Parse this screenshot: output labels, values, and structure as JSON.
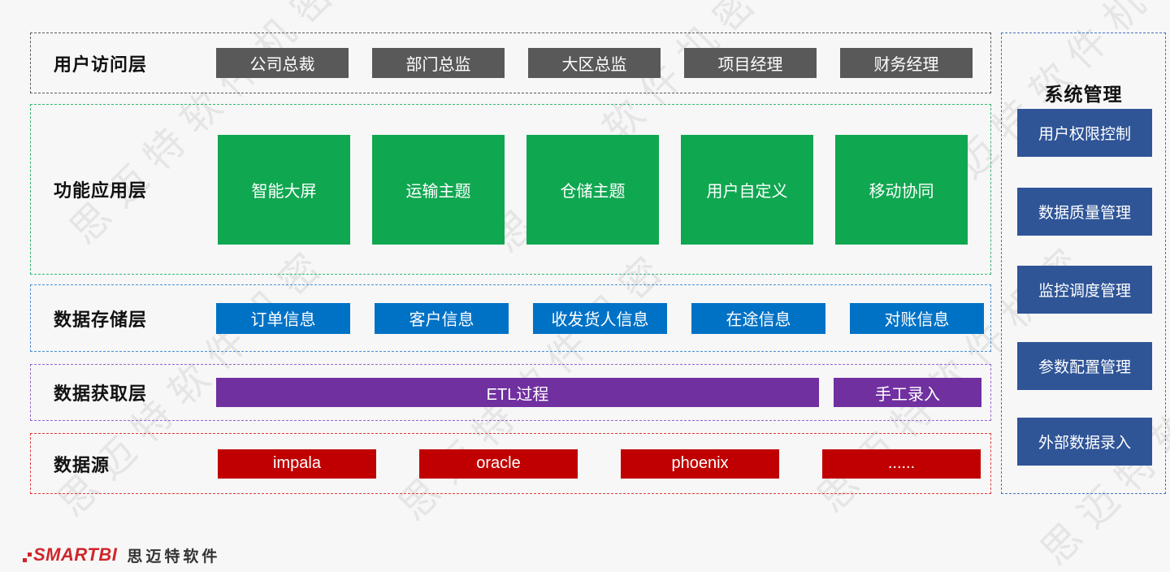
{
  "watermark": {
    "text": "思迈特软件机密"
  },
  "colors": {
    "background": "#f7f7f7",
    "access_box": "#595959",
    "app_box": "#10a751",
    "storage_box": "#0072c6",
    "acquisition_box": "#7030a0",
    "source_box": "#c00000",
    "side_box": "#2f5597",
    "side_border": "#4472c4",
    "access_border": "#5a5a5a",
    "app_border": "#35b575",
    "storage_border": "#4a8fd4",
    "acquisition_border": "#9264c8",
    "source_border": "#e03b3b",
    "logo_red": "#d0262b"
  },
  "layers": [
    {
      "label": "用户访问层",
      "items": [
        "公司总裁",
        "部门总监",
        "大区总监",
        "项目经理",
        "财务经理"
      ]
    },
    {
      "label": "功能应用层",
      "items": [
        "智能大屏",
        "运输主题",
        "仓储主题",
        "用户自定义",
        "移动协同"
      ]
    },
    {
      "label": "数据存储层",
      "items": [
        "订单信息",
        "客户信息",
        "收发货人信息",
        "在途信息",
        "对账信息"
      ]
    },
    {
      "label": "数据获取层",
      "items": [
        "ETL过程",
        "手工录入"
      ]
    },
    {
      "label": "数据源",
      "items": [
        "impala",
        "oracle",
        "phoenix",
        "......"
      ]
    }
  ],
  "side_panel": {
    "title": "系统管理",
    "items": [
      "用户权限控制",
      "数据质量管理",
      "监控调度管理",
      "参数配置管理",
      "外部数据录入"
    ]
  },
  "logo": {
    "brand": "SMARTBI",
    "company": "思迈特软件"
  }
}
